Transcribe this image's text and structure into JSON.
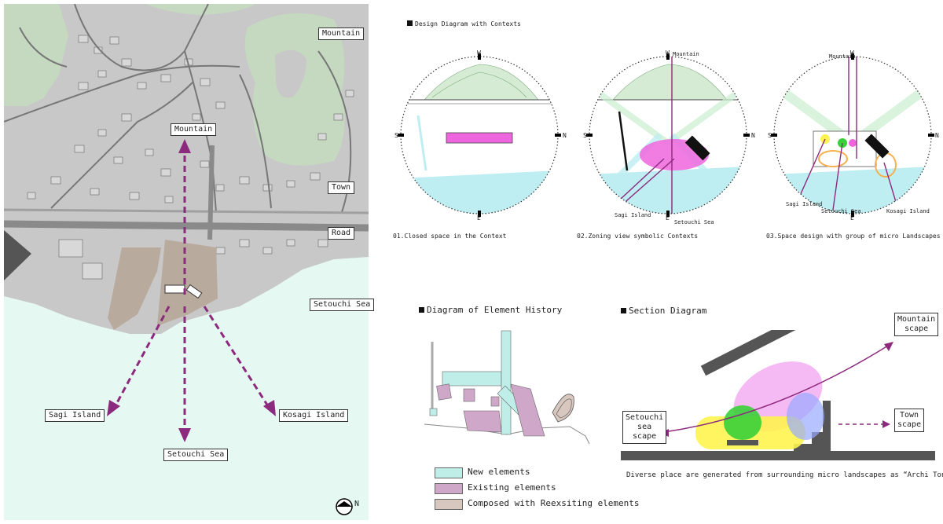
{
  "map": {
    "labels": {
      "mountain_top": "Mountain",
      "mountain_center": "Mountain",
      "town": "Town",
      "road": "Road",
      "sea_right": "Setouchi Sea",
      "sagi": "Sagi Island",
      "kosagi": "Kosagi Island",
      "sea_bottom": "Setouchi Sea"
    },
    "north": "N",
    "colors": {
      "land": "#c8c8c8",
      "green": "#c5d9c0",
      "sea": "#e6f8f2",
      "road": "#8a8a8a",
      "arrow": "#8c2a7d",
      "site": "#b9aa9e"
    }
  },
  "design": {
    "title": "Design Diagram with Contexts",
    "compass": {
      "w": "W",
      "e": "E",
      "s": "S",
      "n": "N"
    },
    "diagram2": {
      "mountain": "Mountain",
      "sagi": "Sagi Island",
      "setouchi": "Setouchi Sea"
    },
    "diagram3": {
      "mountain": "Mountain",
      "sagi": "Sagi Island",
      "setouchi": "Setouchi Sea",
      "kosagi": "Kosagi Island"
    },
    "captions": [
      "01.Closed space in the Context",
      "02.Zoning view symbolic Contexts",
      "03.Space design with group of micro Landscapes"
    ]
  },
  "history": {
    "title": "Diagram of Element History",
    "legend": [
      {
        "label": "New elements",
        "color": "#bfeee8"
      },
      {
        "label": "Existing elements",
        "color": "#cfa7c8"
      },
      {
        "label": "Composed with Reexsiting elements",
        "color": "#d8c7bf"
      }
    ]
  },
  "section": {
    "title": "Section Diagram",
    "mountain": [
      "Mountain",
      "scape"
    ],
    "town": [
      "Town",
      "scape"
    ],
    "setouchi": [
      "Setouchi",
      "sea",
      "scape"
    ],
    "caption": "Diverse place are generated from surrounding micro landscapes as “Archi Tone”"
  }
}
